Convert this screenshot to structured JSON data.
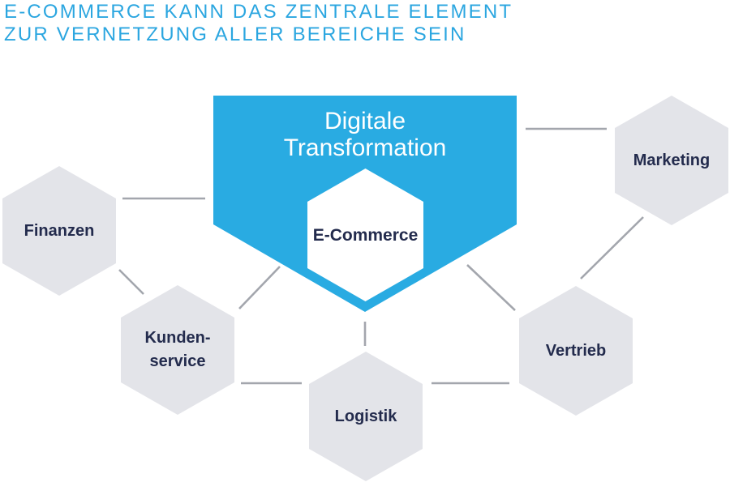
{
  "page": {
    "title_line1": "E-COMMERCE KANN DAS ZENTRALE ELEMENT",
    "title_line2": "ZUR VERNETZUNG ALLER BEREICHE SEIN"
  },
  "colors": {
    "accent_blue": "#29abe2",
    "heading_blue": "#2ba6e0",
    "hexagon_gray": "#e3e4e9",
    "label_navy": "#232b4d",
    "connector_gray": "#a3a6ad",
    "core_hexagon_white": "#ffffff"
  },
  "diagram": {
    "center": {
      "title_line1": "Digitale",
      "title_line2": "Transformation",
      "core_label": "E-Commerce"
    },
    "nodes": [
      {
        "id": "finanzen",
        "label": "Finanzen"
      },
      {
        "id": "kundenservice",
        "lines": [
          "Kunden-",
          "service"
        ]
      },
      {
        "id": "logistik",
        "label": "Logistik"
      },
      {
        "id": "vertrieb",
        "label": "Vertrieb"
      },
      {
        "id": "marketing",
        "label": "Marketing"
      }
    ],
    "connections": [
      {
        "from": "finanzen",
        "to": "digitale-transformation"
      },
      {
        "from": "finanzen",
        "to": "kundenservice"
      },
      {
        "from": "kundenservice",
        "to": "digitale-transformation"
      },
      {
        "from": "kundenservice",
        "to": "logistik"
      },
      {
        "from": "digitale-transformation",
        "to": "logistik"
      },
      {
        "from": "logistik",
        "to": "vertrieb"
      },
      {
        "from": "digitale-transformation",
        "to": "vertrieb"
      },
      {
        "from": "digitale-transformation",
        "to": "marketing"
      },
      {
        "from": "marketing",
        "to": "vertrieb"
      }
    ]
  }
}
